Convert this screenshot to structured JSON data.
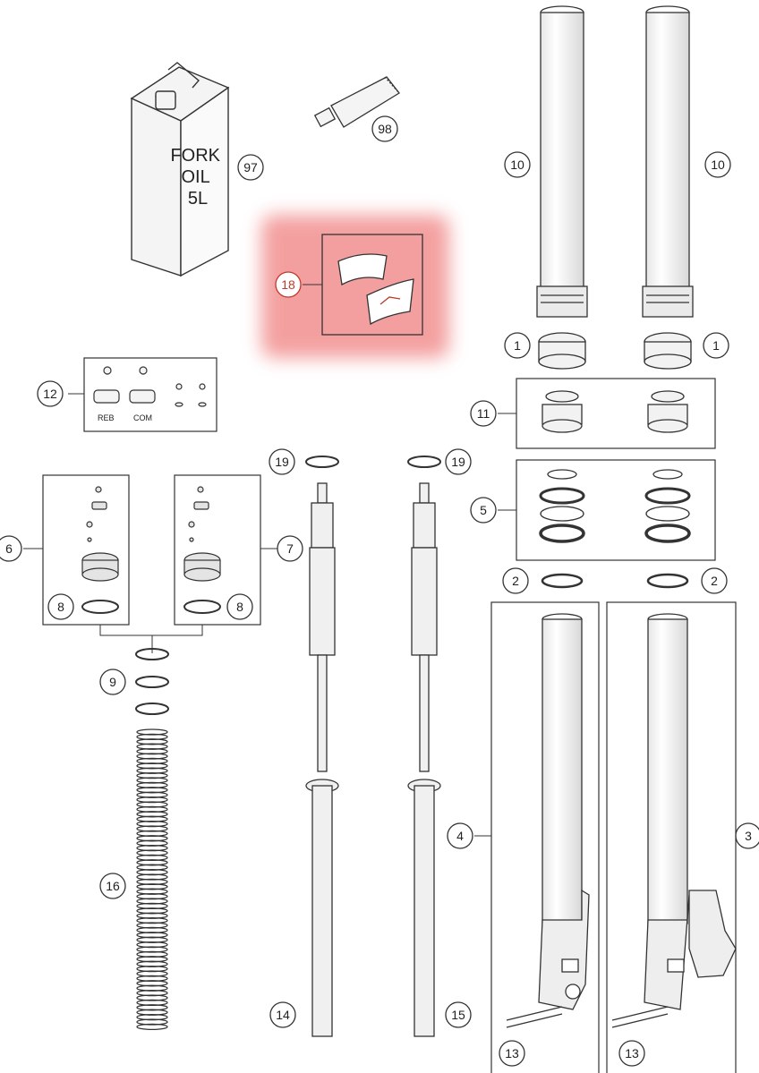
{
  "diagram": {
    "can_label": [
      "FORK",
      "OIL",
      "5L"
    ],
    "kit_labels": {
      "reb": "REB",
      "com": "COM"
    },
    "callouts": [
      {
        "id": "c97",
        "label": "97",
        "highlight": false
      },
      {
        "id": "c98",
        "label": "98",
        "highlight": false
      },
      {
        "id": "c10a",
        "label": "10",
        "highlight": false
      },
      {
        "id": "c10b",
        "label": "10",
        "highlight": false
      },
      {
        "id": "c18",
        "label": "18",
        "highlight": true
      },
      {
        "id": "c1a",
        "label": "1",
        "highlight": false
      },
      {
        "id": "c1b",
        "label": "1",
        "highlight": false
      },
      {
        "id": "c12",
        "label": "12",
        "highlight": false
      },
      {
        "id": "c11",
        "label": "11",
        "highlight": false
      },
      {
        "id": "c19a",
        "label": "19",
        "highlight": false
      },
      {
        "id": "c19b",
        "label": "19",
        "highlight": false
      },
      {
        "id": "c5",
        "label": "5",
        "highlight": false
      },
      {
        "id": "c6",
        "label": "6",
        "highlight": false
      },
      {
        "id": "c7",
        "label": "7",
        "highlight": false
      },
      {
        "id": "c2a",
        "label": "2",
        "highlight": false
      },
      {
        "id": "c2b",
        "label": "2",
        "highlight": false
      },
      {
        "id": "c8a",
        "label": "8",
        "highlight": false
      },
      {
        "id": "c8b",
        "label": "8",
        "highlight": false
      },
      {
        "id": "c9",
        "label": "9",
        "highlight": false
      },
      {
        "id": "c4",
        "label": "4",
        "highlight": false
      },
      {
        "id": "c3",
        "label": "3",
        "highlight": false
      },
      {
        "id": "c16",
        "label": "16",
        "highlight": false
      },
      {
        "id": "c14",
        "label": "14",
        "highlight": false
      },
      {
        "id": "c15",
        "label": "15",
        "highlight": false
      },
      {
        "id": "c13a",
        "label": "13",
        "highlight": false
      },
      {
        "id": "c13b",
        "label": "13",
        "highlight": false
      }
    ],
    "colors": {
      "line": "#333333",
      "part_fill": "#f2f2f2",
      "highlight": "#f08080",
      "callout_highlight": "#c0392b"
    }
  }
}
